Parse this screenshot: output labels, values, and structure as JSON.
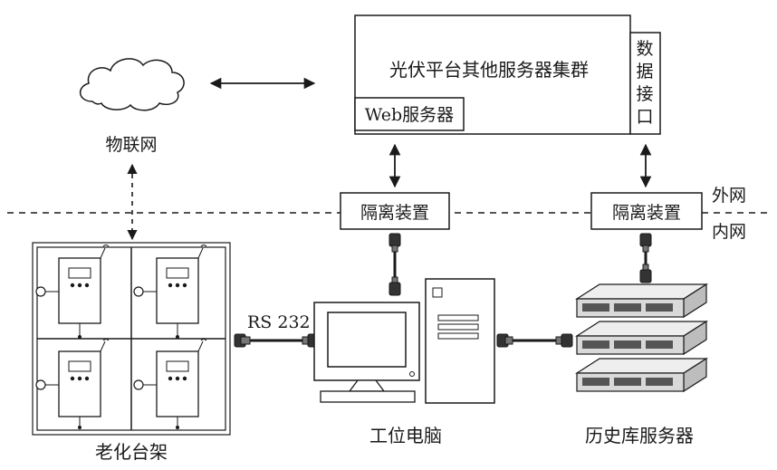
{
  "labels": {
    "cluster": "光伏平台其他服务器集群",
    "web_server": "Web服务器",
    "data_interface": [
      "数",
      "据",
      "接",
      "口"
    ],
    "iot": "物联网",
    "isolation_left": "隔离装置",
    "isolation_right": "隔离装置",
    "external_net": "外网",
    "internal_net": "内网",
    "rs232": "RS 232",
    "aging_rack": "老化台架",
    "workstation": "工位电脑",
    "history_servers": "历史库服务器"
  },
  "icons": {
    "cloud": "cloud-icon",
    "rack_device": "inverter-device-icon",
    "computer": "desktop-computer-icon",
    "server": "rack-server-icon",
    "cable": "cable-connector-icon"
  },
  "colors": {
    "stroke": "#1a1a1a",
    "server_body": "#d9d9d9",
    "fill": "#ffffff"
  }
}
